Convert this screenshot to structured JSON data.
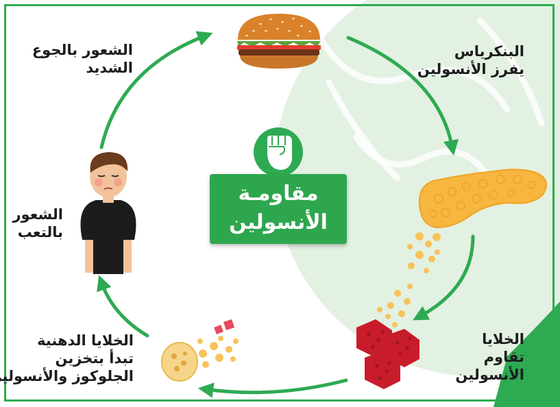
{
  "center": {
    "title_line1": "مقاومـة",
    "title_line2": "الأنسولين"
  },
  "steps": {
    "pancreas": {
      "line1": "البنكرياس",
      "line2": "يفرز الأنسولين"
    },
    "cells": {
      "line1": "الخلايا",
      "line2": "تقاوم",
      "line3": "الأنسولين"
    },
    "fat": {
      "line1": "الخلايا الدهنية",
      "line2": "تبدأ بتخزين",
      "line3": "الجلوكوز والأنسولين"
    },
    "tired": {
      "line1": "الشعور",
      "line2": "بالتعب"
    },
    "hunger": {
      "line1": "الشعور بالجوع",
      "line2": "الشديد"
    }
  },
  "icons": [
    "burger-icon",
    "pancreas-icon",
    "resistant-cells-icon",
    "fat-cell-icon",
    "tired-person-icon",
    "fist-icon"
  ],
  "colors": {
    "green": "#2eaa52",
    "light_green": "#e3f1e2",
    "pancreas": "#f6b63f",
    "cells": "#c91c2a",
    "burger_bun": "#d9822b"
  }
}
